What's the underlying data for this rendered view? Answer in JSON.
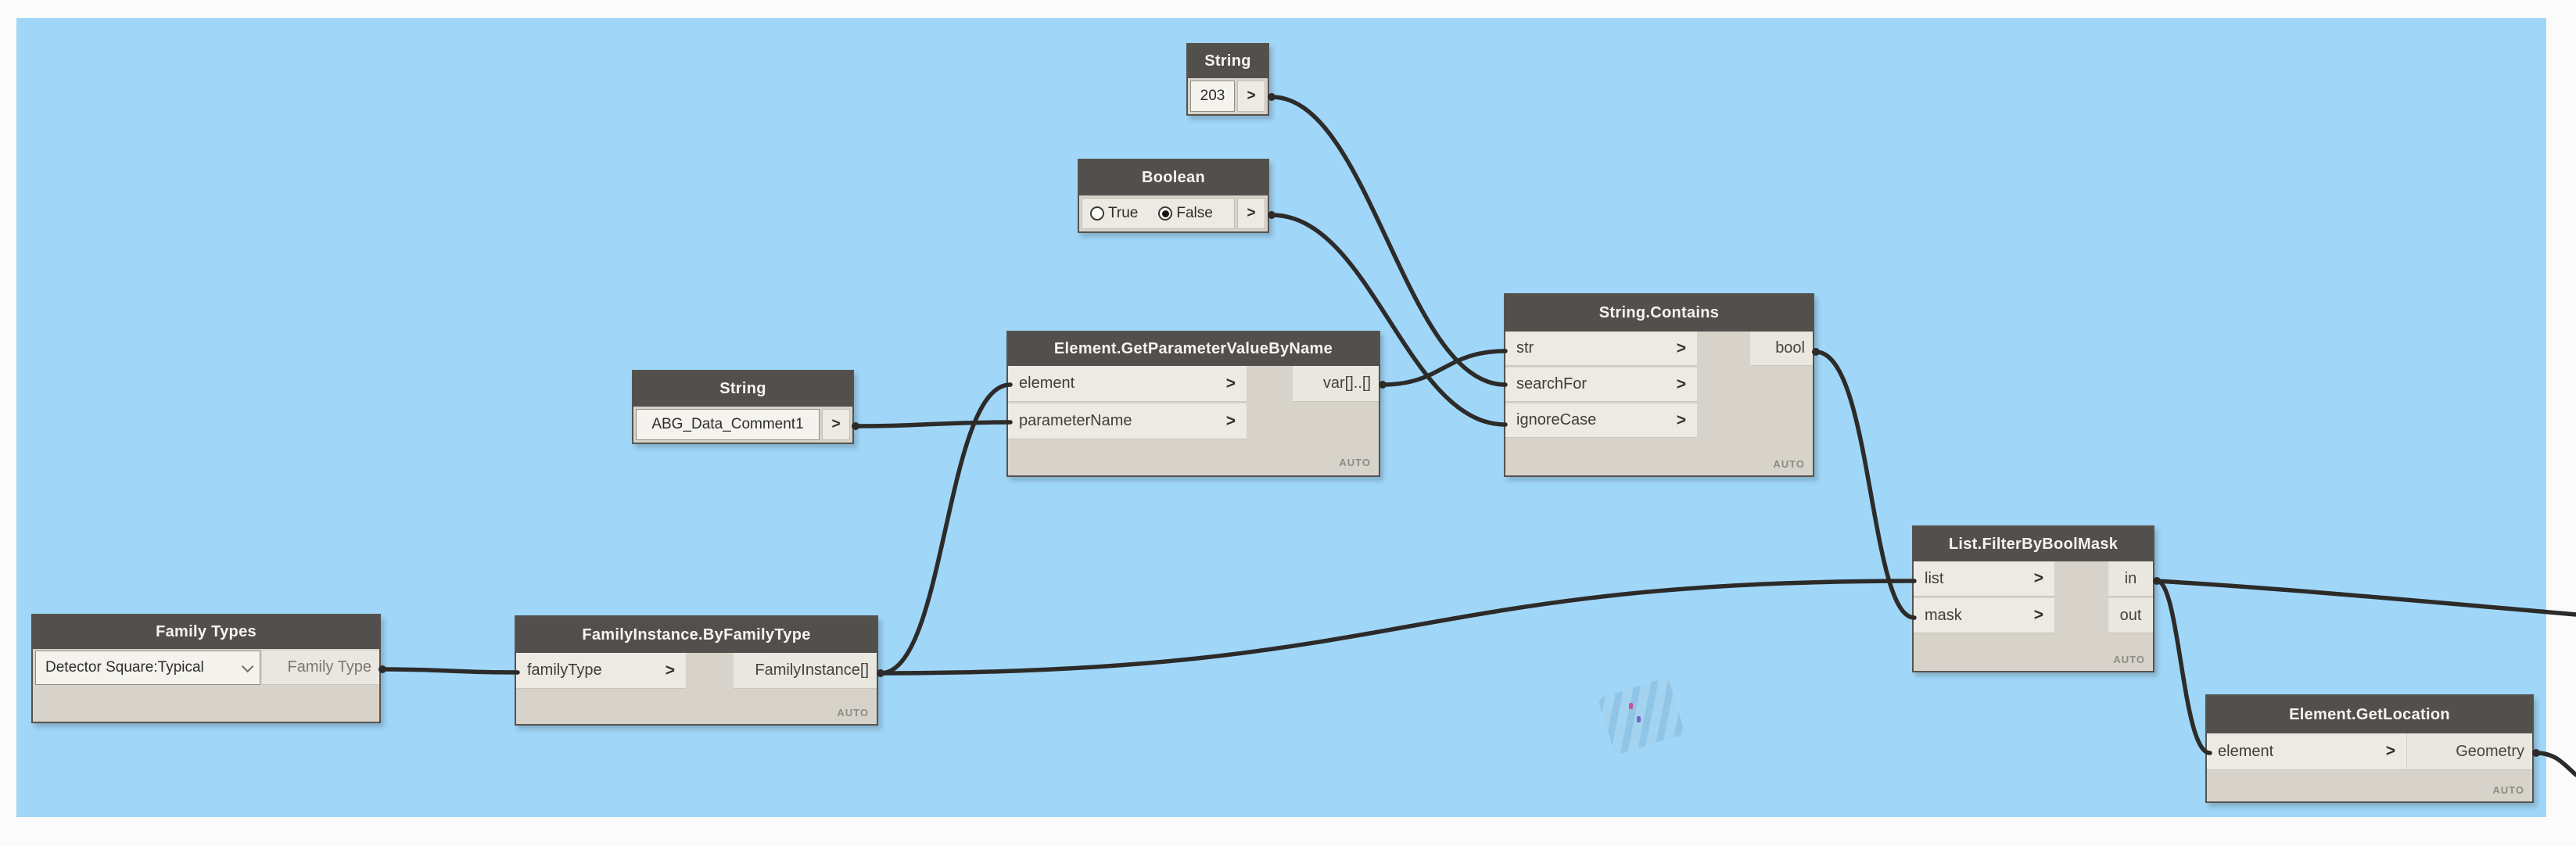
{
  "canvas": {
    "background_color": "#a0d7f9",
    "frame_color": "#fcfbfb",
    "node_header_color": "#534f4c",
    "node_body_color": "#d7d3ca",
    "wire_color": "#2d2b29"
  },
  "ui": {
    "port_chevron": ">"
  },
  "nodes": {
    "string_203": {
      "title": "String",
      "value": "203"
    },
    "boolean": {
      "title": "Boolean",
      "options": [
        {
          "label": "True",
          "selected": false
        },
        {
          "label": "False",
          "selected": true
        }
      ]
    },
    "string_comment": {
      "title": "String",
      "value": "ABG_Data_Comment1"
    },
    "get_parameter": {
      "title": "Element.GetParameterValueByName",
      "inputs": [
        "element",
        "parameterName"
      ],
      "output": "var[]..[]",
      "lacing": "AUTO"
    },
    "string_contains": {
      "title": "String.Contains",
      "inputs": [
        "str",
        "searchFor",
        "ignoreCase"
      ],
      "output": "bool",
      "lacing": "AUTO"
    },
    "family_types": {
      "title": "Family Types",
      "dropdown_value": "Detector Square:Typical",
      "output": "Family Type"
    },
    "family_instance": {
      "title": "FamilyInstance.ByFamilyType",
      "inputs": [
        "familyType"
      ],
      "output": "FamilyInstance[]",
      "lacing": "AUTO"
    },
    "filter_bool_mask": {
      "title": "List.FilterByBoolMask",
      "inputs": [
        "list",
        "mask"
      ],
      "outputs": [
        "in",
        "out"
      ],
      "lacing": "AUTO"
    },
    "get_location": {
      "title": "Element.GetLocation",
      "inputs": [
        "element"
      ],
      "output": "Geometry",
      "lacing": "AUTO"
    }
  },
  "wires": [
    "String(203).> -> String.Contains.searchFor",
    "Boolean.> -> String.Contains.ignoreCase",
    "String(ABG_Data_Comment1).> -> Element.GetParameterValueByName.parameterName",
    "Element.GetParameterValueByName.var[]..[] -> String.Contains.str",
    "Family Types.Family Type -> FamilyInstance.ByFamilyType.familyType",
    "FamilyInstance.ByFamilyType.FamilyInstance[] -> Element.GetParameterValueByName.element",
    "FamilyInstance.ByFamilyType.FamilyInstance[] -> List.FilterByBoolMask.list",
    "String.Contains.bool -> List.FilterByBoolMask.mask",
    "List.FilterByBoolMask.in -> (off-canvas right)",
    "List.FilterByBoolMask.in -> Element.GetLocation.element",
    "Element.GetLocation.Geometry -> (off-canvas right)"
  ]
}
